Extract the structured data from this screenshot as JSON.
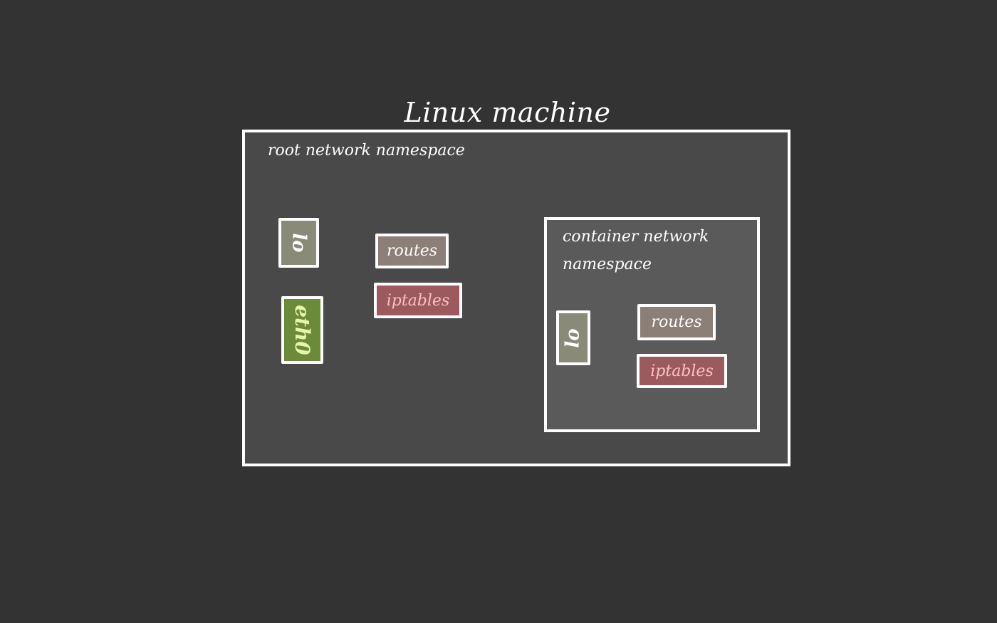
{
  "diagram": {
    "title": "Linux machine",
    "root_namespace": {
      "label": "root network namespace",
      "interfaces": [
        {
          "name": "lo"
        },
        {
          "name": "eth0"
        }
      ],
      "routes_label": "routes",
      "iptables_label": "iptables"
    },
    "container_namespace": {
      "label": "container network\nnamespace",
      "interfaces": [
        {
          "name": "lo"
        }
      ],
      "routes_label": "routes",
      "iptables_label": "iptables"
    }
  },
  "colors": {
    "background": "#333333",
    "root_namespace_fill": "#494949",
    "container_namespace_fill": "#5a5a5a",
    "routes_fill": "#8b7f78",
    "iptables_fill": "#9c5a5f",
    "lo_fill": "#8a8a78",
    "eth0_fill": "#6b8a3a",
    "border": "#ffffff"
  }
}
